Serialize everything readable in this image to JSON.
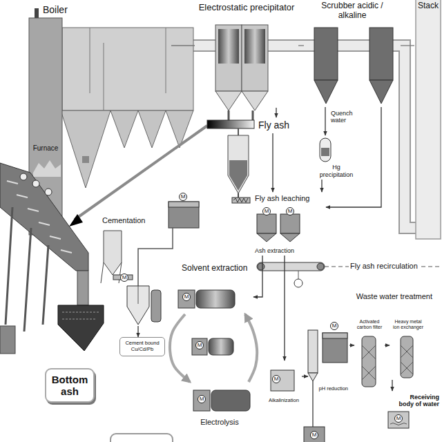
{
  "diagram": {
    "nodes": [
      {
        "text": [
          "Boiler"
        ]
      },
      {
        "text": [
          "Electrostatic precipitator"
        ]
      },
      {
        "text": [
          "Scrubber acidic / alkaline"
        ]
      },
      {
        "text": [
          "Stack"
        ]
      },
      {
        "text": [
          "Furnace"
        ]
      },
      {
        "text": [
          "Fly ash"
        ]
      },
      {
        "text": [
          "Hg precipitation"
        ]
      },
      {
        "text": [
          "Fly ash leaching",
          "Ash extraction"
        ]
      },
      {
        "text": [
          "Cementation"
        ]
      },
      {
        "text": [
          "Cement bound Cu/Cd/Pb"
        ]
      },
      {
        "text": [
          "Solvent extraction"
        ]
      },
      {
        "text": [
          "Electrolysis"
        ]
      },
      {
        "text": [
          "Bottom ash"
        ]
      },
      {
        "text": [
          "Waste water treatment"
        ]
      },
      {
        "text": [
          "Alkalinization"
        ],
        "in": 13
      },
      {
        "text": [
          "pH reduction"
        ],
        "in": 13
      },
      {
        "text": [
          "Activated carbon filter"
        ],
        "in": 13
      },
      {
        "text": [
          "Heavy metal ion exchanger"
        ],
        "in": 13
      },
      {
        "text": [
          "Receiving body of water"
        ],
        "in": 13
      }
    ],
    "edges": [
      {
        "from": 0,
        "to": 1,
        "arrow": "none"
      },
      {
        "from": 1,
        "to": 2,
        "arrow": "none"
      },
      {
        "from": 2,
        "to": 3,
        "arrow": "none"
      },
      {
        "from": 1,
        "to": 5,
        "arrow": "to"
      },
      {
        "from": 2,
        "to": 6,
        "label": "Quench water",
        "arrow": "to"
      },
      {
        "from": 2,
        "to": 7,
        "arrow": "to"
      },
      {
        "from": 6,
        "to": 7,
        "arrow": "to"
      },
      {
        "from": 5,
        "to": 7,
        "arrow": "to"
      },
      {
        "from": 8,
        "to": 9,
        "arrow": "to"
      },
      {
        "from": 7,
        "to": 10,
        "arrow": "to"
      },
      {
        "from": 10,
        "to": 11,
        "arrow": "to"
      },
      {
        "from": 11,
        "to": 10,
        "arrow": "to"
      },
      {
        "from": 7,
        "to": 14,
        "arrow": "to"
      },
      {
        "from": 14,
        "to": 15,
        "arrow": "to"
      },
      {
        "from": 15,
        "to": 16,
        "arrow": "to"
      },
      {
        "from": 16,
        "to": 17,
        "arrow": "to"
      },
      {
        "from": 17,
        "to": 18,
        "arrow": "to"
      }
    ],
    "labels": [
      "Fly ash recirculation",
      "M",
      "M",
      "M",
      "M",
      "M",
      "M",
      "M",
      "M",
      "M",
      "M",
      "M"
    ]
  }
}
